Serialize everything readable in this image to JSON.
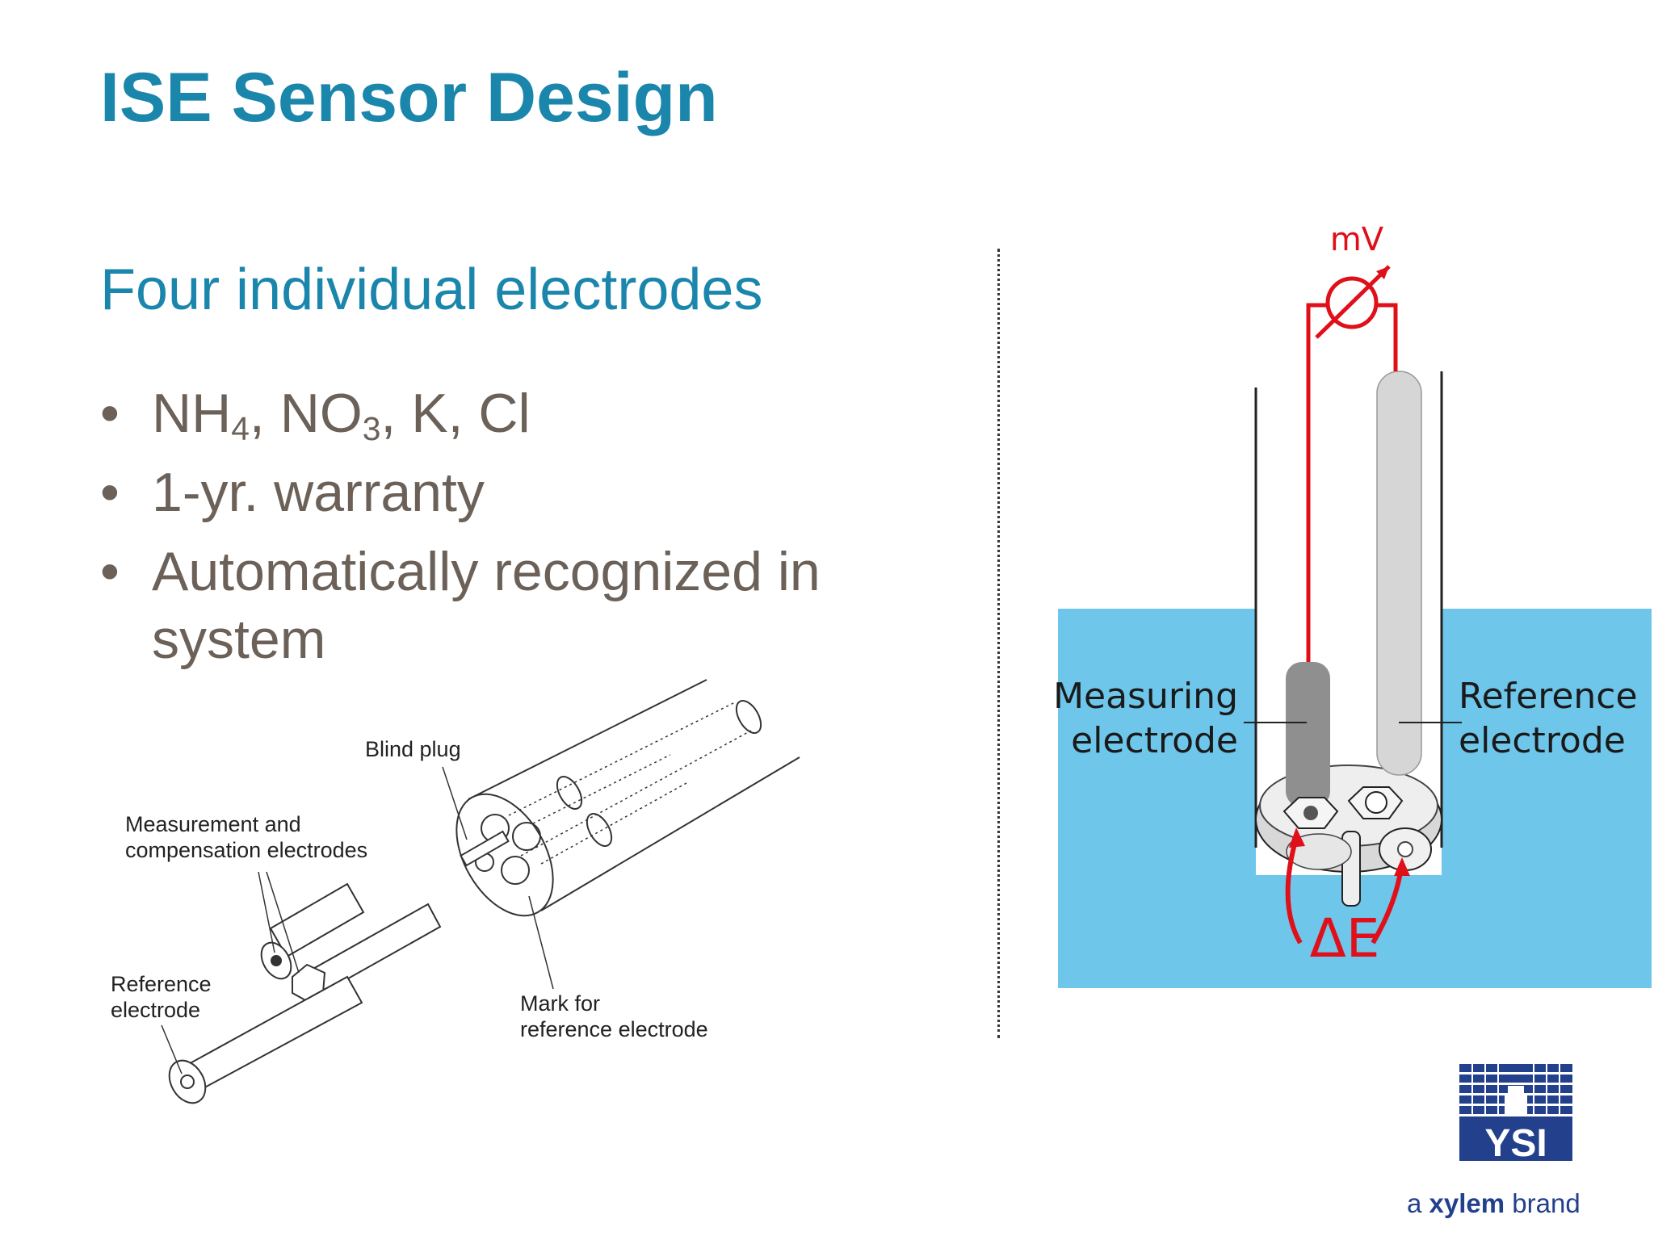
{
  "slide": {
    "title": "ISE Sensor Design",
    "subtitle": "Four individual electrodes"
  },
  "bullets": {
    "b1": {
      "ions": [
        "NH",
        "4",
        ", NO",
        "3",
        ", K, Cl"
      ]
    },
    "b2": "1-yr. warranty",
    "b3": "Automatically recognized in system",
    "bullet_char": "•"
  },
  "left_diagram": {
    "blind_plug": "Blind plug",
    "measurement": "Measurement and\ncompensation electrodes",
    "reference": "Reference\nelectrode",
    "mark": "Mark for\nreference electrode"
  },
  "right_diagram": {
    "mv": "mV",
    "measuring_1": "Measuring",
    "measuring_2": "electrode",
    "reference_1": "Reference",
    "reference_2": "electrode",
    "delta_e": "ΔE",
    "colors": {
      "water": "#6ec6ea",
      "signal": "#e0101a"
    }
  },
  "logo": {
    "brand": "YSI",
    "tagline_a": "a ",
    "tagline_b": "xylem",
    "tagline_c": " brand",
    "color": "#22408c"
  }
}
